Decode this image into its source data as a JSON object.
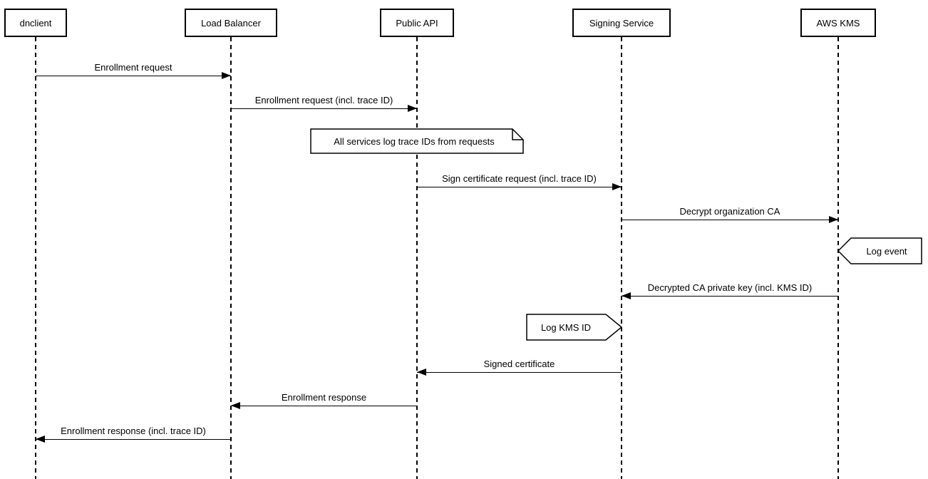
{
  "diagram": {
    "type": "sequence",
    "colors": {
      "line": "#000000",
      "background": "#ffffff",
      "shape_fill": "#ffffff"
    },
    "participants": [
      {
        "name": "dnclient"
      },
      {
        "name": "Load Balancer"
      },
      {
        "name": "Public API"
      },
      {
        "name": "Signing Service"
      },
      {
        "name": "AWS KMS"
      }
    ],
    "messages": [
      {
        "from": "dnclient",
        "to": "Load Balancer",
        "label": "Enrollment request"
      },
      {
        "from": "Load Balancer",
        "to": "Public API",
        "label": "Enrollment request (incl. trace ID)"
      },
      {
        "from": "Public API",
        "to": "Signing Service",
        "label": "Sign certificate request (incl. trace ID)"
      },
      {
        "from": "Signing Service",
        "to": "AWS KMS",
        "label": "Decrypt organization CA"
      },
      {
        "from": "AWS KMS",
        "to": "Signing Service",
        "label": "Decrypted CA private key (incl. KMS ID)"
      },
      {
        "from": "Signing Service",
        "to": "Public API",
        "label": "Signed certificate"
      },
      {
        "from": "Public API",
        "to": "Load Balancer",
        "label": "Enrollment response"
      },
      {
        "from": "Load Balancer",
        "to": "dnclient",
        "label": "Enrollment response (incl. trace ID)"
      }
    ],
    "notes": [
      {
        "label": "All services log trace IDs from requests",
        "attached_to": "Public API",
        "shape": "dog-ear-note"
      },
      {
        "label": "Log event",
        "attached_to": "AWS KMS",
        "shape": "pentagon-left"
      },
      {
        "label": "Log KMS ID",
        "attached_to": "Signing Service",
        "shape": "pentagon-right"
      }
    ]
  }
}
